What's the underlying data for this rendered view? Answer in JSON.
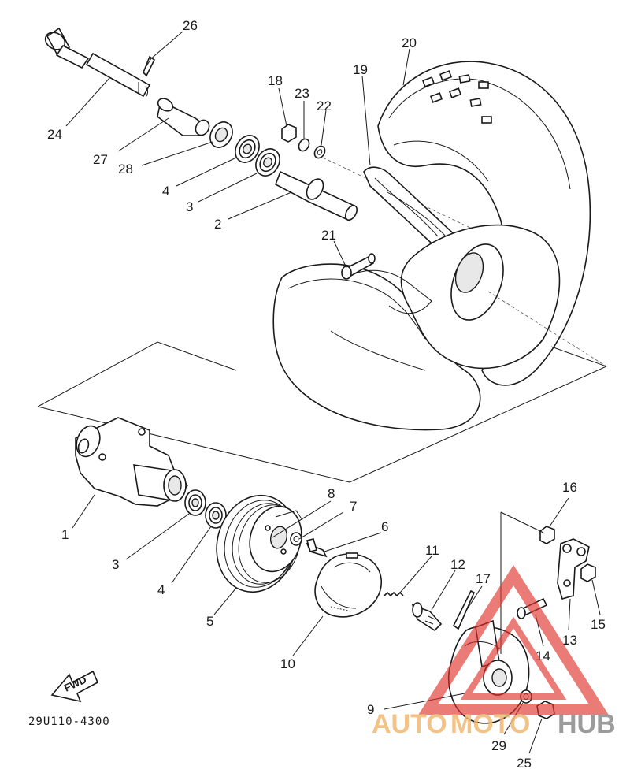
{
  "diagram": {
    "part_number": "29U110-4300",
    "fwd_label": "FWD",
    "callouts": [
      {
        "id": "c26",
        "label": "26"
      },
      {
        "id": "c24",
        "label": "24"
      },
      {
        "id": "c27",
        "label": "27"
      },
      {
        "id": "c28",
        "label": "28"
      },
      {
        "id": "c4a",
        "label": "4"
      },
      {
        "id": "c3a",
        "label": "3"
      },
      {
        "id": "c2",
        "label": "2"
      },
      {
        "id": "c18",
        "label": "18"
      },
      {
        "id": "c23",
        "label": "23"
      },
      {
        "id": "c22",
        "label": "22"
      },
      {
        "id": "c19",
        "label": "19"
      },
      {
        "id": "c20",
        "label": "20"
      },
      {
        "id": "c21",
        "label": "21"
      },
      {
        "id": "c1",
        "label": "1"
      },
      {
        "id": "c3b",
        "label": "3"
      },
      {
        "id": "c4b",
        "label": "4"
      },
      {
        "id": "c5",
        "label": "5"
      },
      {
        "id": "c8",
        "label": "8"
      },
      {
        "id": "c7",
        "label": "7"
      },
      {
        "id": "c6",
        "label": "6"
      },
      {
        "id": "c10",
        "label": "10"
      },
      {
        "id": "c11",
        "label": "11"
      },
      {
        "id": "c12",
        "label": "12"
      },
      {
        "id": "c17",
        "label": "17"
      },
      {
        "id": "c16",
        "label": "16"
      },
      {
        "id": "c13",
        "label": "13"
      },
      {
        "id": "c15",
        "label": "15"
      },
      {
        "id": "c14",
        "label": "14"
      },
      {
        "id": "c9",
        "label": "9"
      },
      {
        "id": "c29",
        "label": "29"
      },
      {
        "id": "c25",
        "label": "25"
      }
    ]
  },
  "watermark": {
    "auto": "AUTO",
    "moto": "MOTO",
    "hub": "HUB",
    "colors": {
      "triangle": "#e0302a",
      "text_warm": "#f2b872",
      "text_gray": "#8a8a8a"
    }
  }
}
